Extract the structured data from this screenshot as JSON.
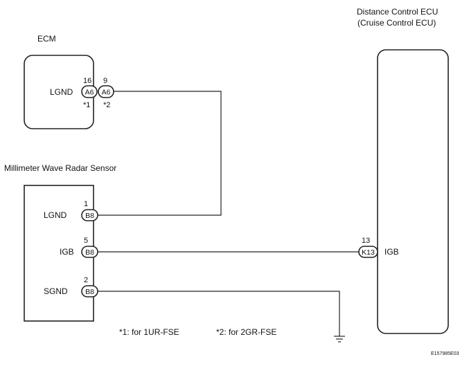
{
  "components": {
    "ecm": {
      "title": "ECM",
      "terminals": {
        "lgnd": "LGND"
      }
    },
    "ecu": {
      "title_line1": "Distance Control ECU",
      "title_line2": "(Cruise Control ECU)",
      "terminals": {
        "igb": "IGB"
      }
    },
    "sensor": {
      "title": "Millimeter Wave Radar Sensor",
      "terminals": {
        "lgnd": "LGND",
        "igb": "IGB",
        "sgnd": "SGND"
      }
    }
  },
  "connectors": {
    "a6_1": {
      "code": "A6",
      "pin": "16",
      "note": "*1"
    },
    "a6_2": {
      "code": "A6",
      "pin": "9",
      "note": "*2"
    },
    "b8_1": {
      "code": "B8",
      "pin": "1"
    },
    "b8_5": {
      "code": "B8",
      "pin": "5"
    },
    "b8_2": {
      "code": "B8",
      "pin": "2"
    },
    "k13": {
      "code": "K13",
      "pin": "13"
    }
  },
  "notes": {
    "note1": "*1: for 1UR-FSE",
    "note2": "*2: for 2GR-FSE"
  },
  "figure_id": "E157985E03"
}
